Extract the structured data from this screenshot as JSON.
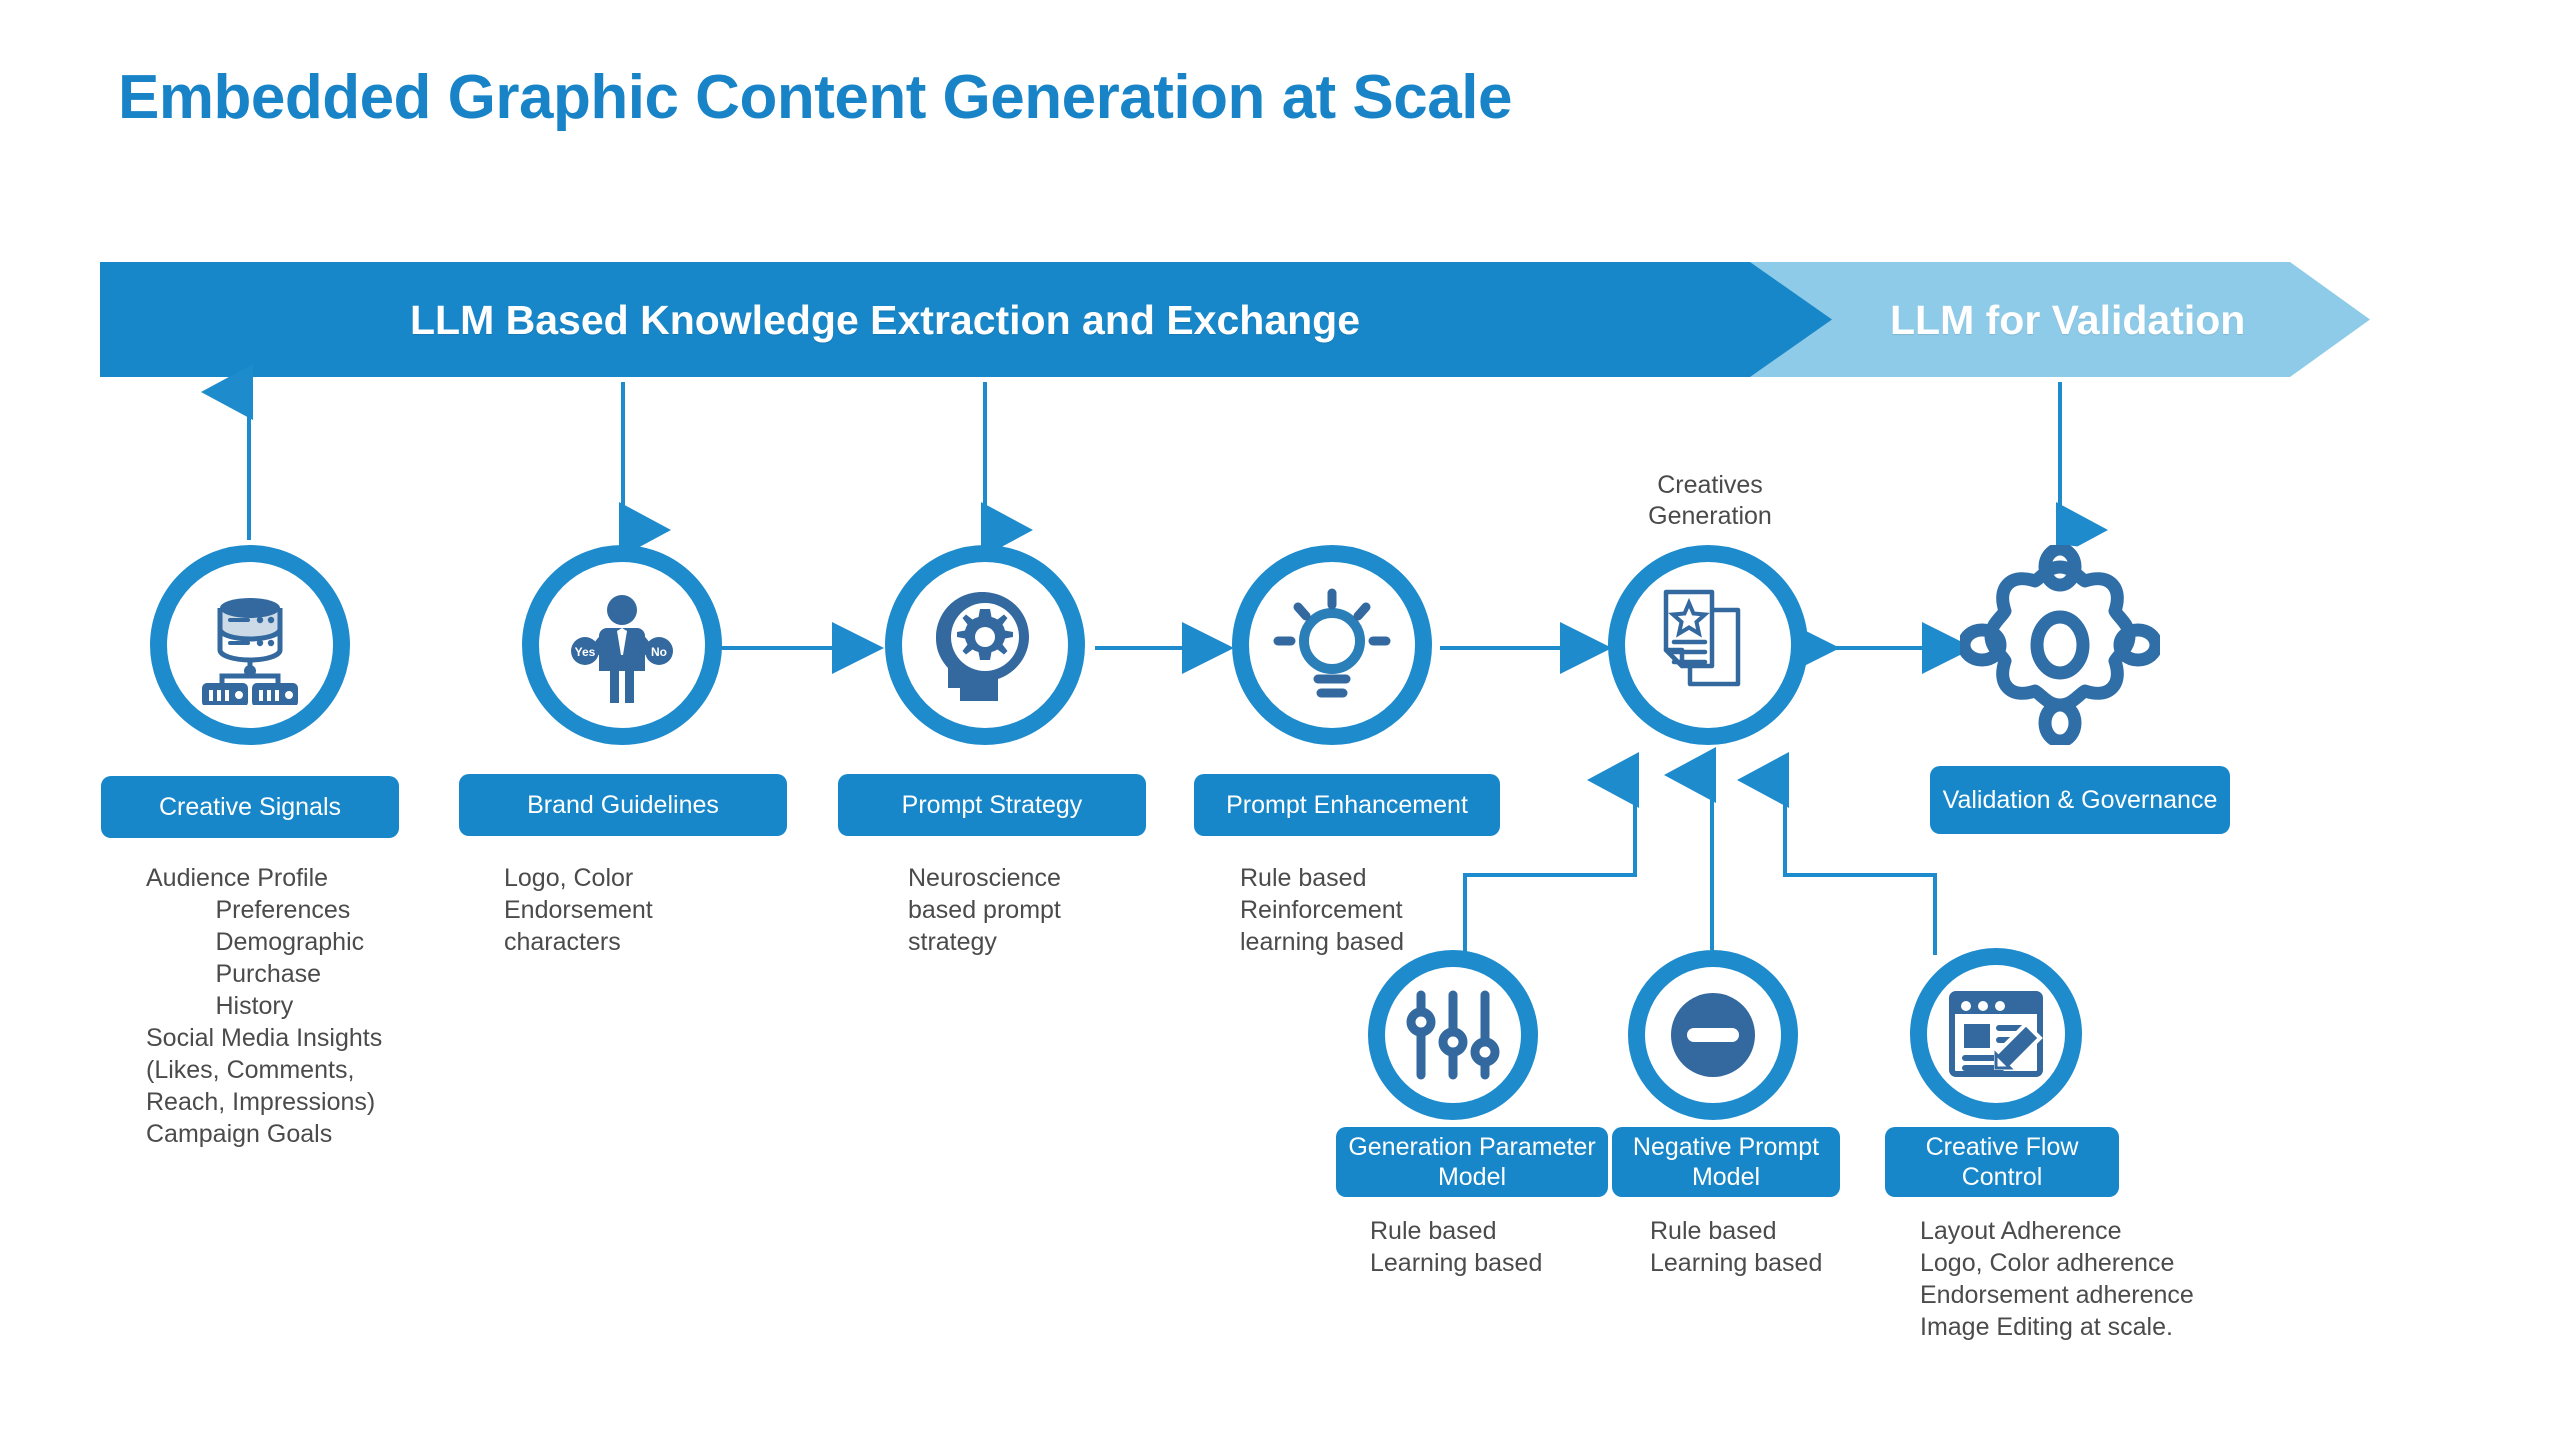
{
  "page": {
    "title": "Embedded Graphic Content Generation at Scale",
    "background_color": "#ffffff",
    "accent_color": "#1787c9",
    "accent_light_color": "#8ecbe8",
    "icon_dark_color": "#33699f",
    "text_color": "#4b4b4b"
  },
  "banner": {
    "main_label": "LLM Based Knowledge Extraction and Exchange",
    "sub_label": "LLM for Validation",
    "main_color": "#1787c9",
    "sub_color": "#8ecbe8"
  },
  "nodes": [
    {
      "id": "creative-signals",
      "icon": "database-network-icon",
      "chip": "Creative Signals",
      "detail": "Audience Profile\n          Preferences\n          Demographic\n          Purchase\n          History\nSocial Media Insights\n(Likes, Comments,\nReach, Impressions)\nCampaign Goals"
    },
    {
      "id": "brand-guidelines",
      "icon": "person-yes-no-icon",
      "chip": "Brand Guidelines",
      "detail": "Logo, Color\nEndorsement\ncharacters"
    },
    {
      "id": "prompt-strategy",
      "icon": "head-gear-icon",
      "chip": "Prompt Strategy",
      "detail": "Neuroscience\nbased prompt\nstrategy"
    },
    {
      "id": "prompt-enhancement",
      "icon": "lightbulb-icon",
      "chip": "Prompt Enhancement",
      "detail": "Rule based\nReinforcement\nlearning based"
    },
    {
      "id": "creatives-generation",
      "icon": "documents-star-icon",
      "caption": "Creatives\nGeneration",
      "chip": "",
      "detail": ""
    },
    {
      "id": "validation-governance",
      "icon": "gear-nodes-icon",
      "chip": "Validation &\nGovernance",
      "detail": ""
    },
    {
      "id": "generation-parameter-model",
      "icon": "sliders-icon",
      "chip": "Generation\nParameter Model",
      "detail": "Rule based\nLearning based"
    },
    {
      "id": "negative-prompt-model",
      "icon": "minus-circle-icon",
      "chip": "Negative\nPrompt Model",
      "detail": "Rule based\nLearning based"
    },
    {
      "id": "creative-flow-control",
      "icon": "window-pencil-icon",
      "chip": "Creative Flow\nControl",
      "detail": "Layout Adherence\nLogo, Color adherence\nEndorsement adherence\nImage Editing at scale."
    }
  ],
  "icon_labels": {
    "yes": "Yes",
    "no": "No"
  }
}
